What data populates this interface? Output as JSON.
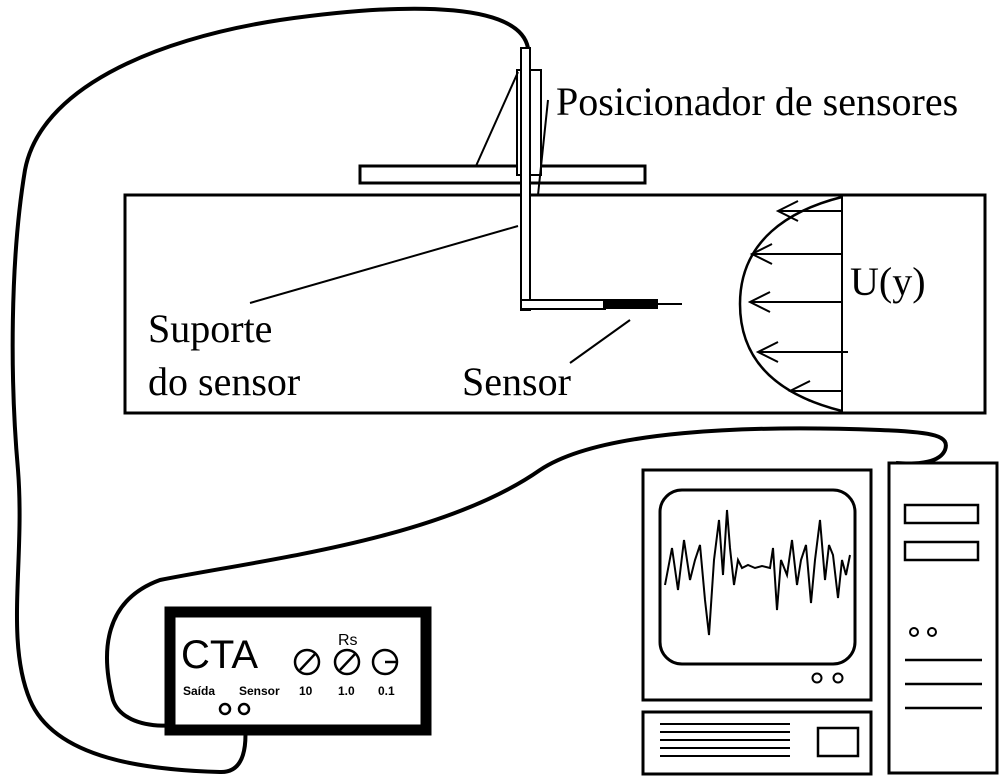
{
  "labels": {
    "positioner": "Posicionador de sensores",
    "support_line1": "Suporte",
    "support_line2": "do sensor",
    "sensor": "Sensor",
    "velocity": "U(y)"
  },
  "cta": {
    "title": "CTA",
    "rs_label": "Rs",
    "output_label": "Saída",
    "sensor_label": "Sensor",
    "knob_values": [
      "10",
      "1.0",
      "0.1"
    ]
  },
  "colors": {
    "ink": "#000000",
    "background": "#ffffff"
  }
}
